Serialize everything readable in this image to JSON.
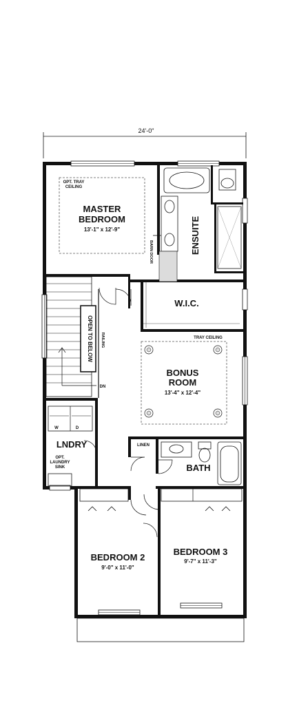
{
  "overall_dimension": "24'-0\"",
  "rooms": {
    "master_bedroom": {
      "name_line1": "MASTER",
      "name_line2": "BEDROOM",
      "dims": "13'-1\" x 12'-9\""
    },
    "ensuite": {
      "name": "ENSUITE"
    },
    "wic": {
      "name": "W.I.C."
    },
    "bonus_room": {
      "name_line1": "BONUS",
      "name_line2": "ROOM",
      "dims": "13'-4\" x 12'-4\""
    },
    "laundry": {
      "name": "LNDRY"
    },
    "bath": {
      "name": "BATH"
    },
    "bedroom2": {
      "name": "BEDROOM 2",
      "dims": "9'-0\" x 11'-0\""
    },
    "bedroom3": {
      "name": "BEDROOM 3",
      "dims": "9'-7\" x 11'-3\""
    }
  },
  "labels": {
    "opt_tray_line1": "OPT. TRAY",
    "opt_tray_line2": "CEILING",
    "barn_door": "BARN DOOR",
    "open_to_below": "OPEN TO BELOW",
    "railing": "RAILING",
    "dn": "DN",
    "tray_ceiling": "TRAY CEILING",
    "linen": "LINEN",
    "washer": "W",
    "dryer": "D",
    "opt_sink_line1": "OPT.",
    "opt_sink_line2": "LAUNDRY",
    "opt_sink_line3": "SINK"
  }
}
